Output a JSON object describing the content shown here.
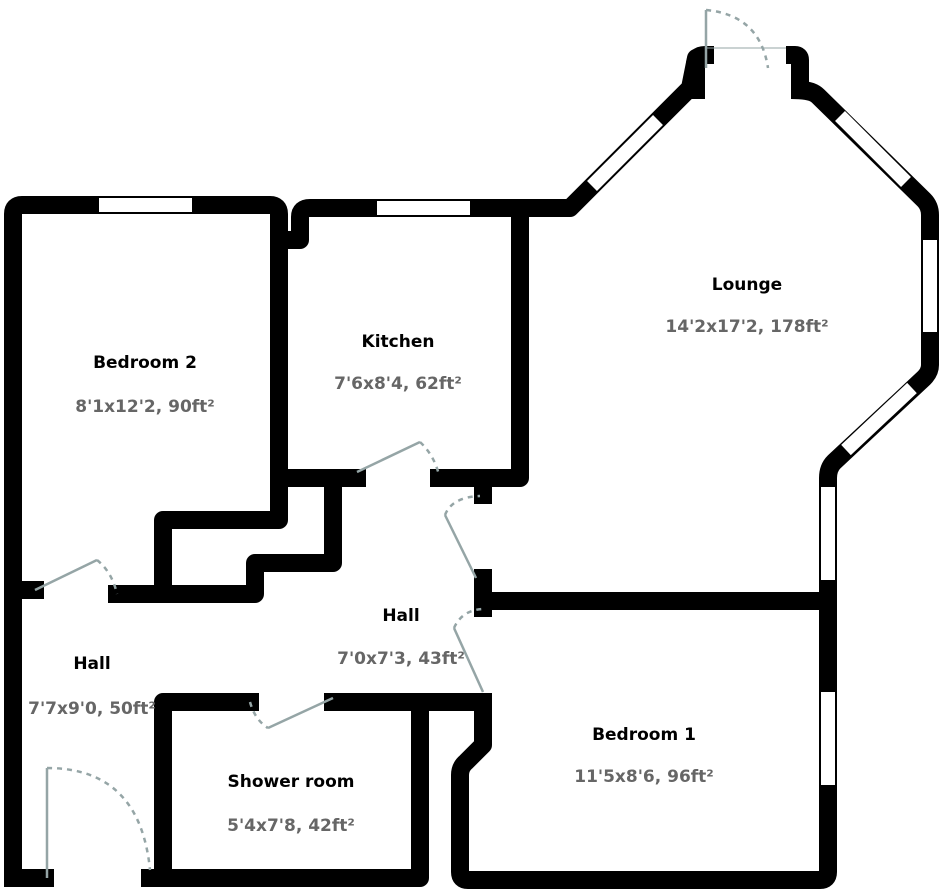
{
  "rooms": [
    {
      "name": "Bedroom 2",
      "size": "8'1x12'2, 90ft²"
    },
    {
      "name": "Kitchen",
      "size": "7'6x8'4, 62ft²"
    },
    {
      "name": "Lounge",
      "size": "14'2x17'2, 178ft²"
    },
    {
      "name": "Hall",
      "size": "7'0x7'3, 43ft²"
    },
    {
      "name": "Hall",
      "size": "7'7x9'0, 50ft²"
    },
    {
      "name": "Bedroom 1",
      "size": "11'5x8'6, 96ft²"
    },
    {
      "name": "Shower room",
      "size": "5'4x7'8, 42ft²"
    }
  ]
}
